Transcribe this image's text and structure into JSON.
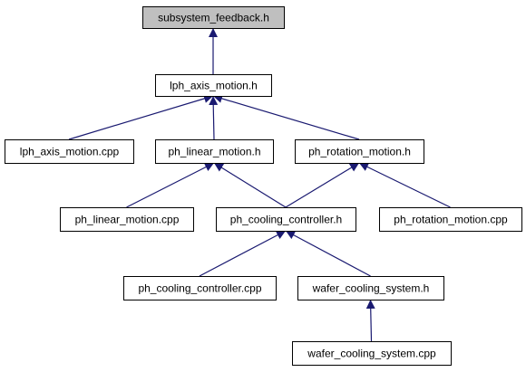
{
  "diagram": {
    "colors": {
      "edge": "#191970",
      "node_border": "#000000",
      "node_fill": "#ffffff",
      "highlight_fill": "#bfbfbf",
      "text": "#000000",
      "background": "#ffffff"
    },
    "nodes": [
      {
        "id": "subsystem_feedback_h",
        "label": "subsystem_feedback.h",
        "highlighted": true
      },
      {
        "id": "lph_axis_motion_h",
        "label": "lph_axis_motion.h",
        "highlighted": false
      },
      {
        "id": "lph_axis_motion_cpp",
        "label": "lph_axis_motion.cpp",
        "highlighted": false
      },
      {
        "id": "ph_linear_motion_h",
        "label": "ph_linear_motion.h",
        "highlighted": false
      },
      {
        "id": "ph_rotation_motion_h",
        "label": "ph_rotation_motion.h",
        "highlighted": false
      },
      {
        "id": "ph_linear_motion_cpp",
        "label": "ph_linear_motion.cpp",
        "highlighted": false
      },
      {
        "id": "ph_cooling_controller_h",
        "label": "ph_cooling_controller.h",
        "highlighted": false
      },
      {
        "id": "ph_rotation_motion_cpp",
        "label": "ph_rotation_motion.cpp",
        "highlighted": false
      },
      {
        "id": "ph_cooling_controller_cpp",
        "label": "ph_cooling_controller.cpp",
        "highlighted": false
      },
      {
        "id": "wafer_cooling_system_h",
        "label": "wafer_cooling_system.h",
        "highlighted": false
      },
      {
        "id": "wafer_cooling_system_cpp",
        "label": "wafer_cooling_system.cpp",
        "highlighted": false
      }
    ],
    "edges": [
      {
        "from": "lph_axis_motion_h",
        "to": "subsystem_feedback_h"
      },
      {
        "from": "lph_axis_motion_cpp",
        "to": "lph_axis_motion_h"
      },
      {
        "from": "ph_linear_motion_h",
        "to": "lph_axis_motion_h"
      },
      {
        "from": "ph_rotation_motion_h",
        "to": "lph_axis_motion_h"
      },
      {
        "from": "ph_linear_motion_cpp",
        "to": "ph_linear_motion_h"
      },
      {
        "from": "ph_cooling_controller_h",
        "to": "ph_linear_motion_h"
      },
      {
        "from": "ph_cooling_controller_h",
        "to": "ph_rotation_motion_h"
      },
      {
        "from": "ph_rotation_motion_cpp",
        "to": "ph_rotation_motion_h"
      },
      {
        "from": "ph_cooling_controller_cpp",
        "to": "ph_cooling_controller_h"
      },
      {
        "from": "wafer_cooling_system_h",
        "to": "ph_cooling_controller_h"
      },
      {
        "from": "wafer_cooling_system_cpp",
        "to": "wafer_cooling_system_h"
      }
    ]
  }
}
